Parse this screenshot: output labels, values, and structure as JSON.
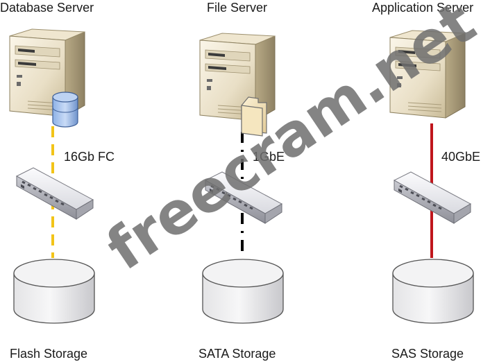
{
  "columns": [
    {
      "server_label": "Database Server",
      "server_icon": "database-server-icon",
      "badge_icon": "database-cylinder-icon",
      "link_label": "16Gb FC",
      "link_style": "dashed",
      "link_color": "#f2c418",
      "switch_icon": "network-switch-icon",
      "storage_icon": "disk-storage-icon",
      "storage_label": "Flash Storage"
    },
    {
      "server_label": "File Server",
      "server_icon": "file-server-icon",
      "badge_icon": "folder-icon",
      "link_label": "1GbE",
      "link_style": "dot-dash",
      "link_color": "#000000",
      "switch_icon": "network-switch-icon",
      "storage_icon": "disk-storage-icon",
      "storage_label": "SATA Storage"
    },
    {
      "server_label": "Application Server",
      "server_icon": "application-server-icon",
      "badge_icon": "",
      "link_label": "40GbE",
      "link_style": "solid",
      "link_color": "#c0161c",
      "switch_icon": "network-switch-icon",
      "storage_icon": "disk-storage-icon",
      "storage_label": "SAS Storage"
    }
  ],
  "watermark": "freecram.net"
}
